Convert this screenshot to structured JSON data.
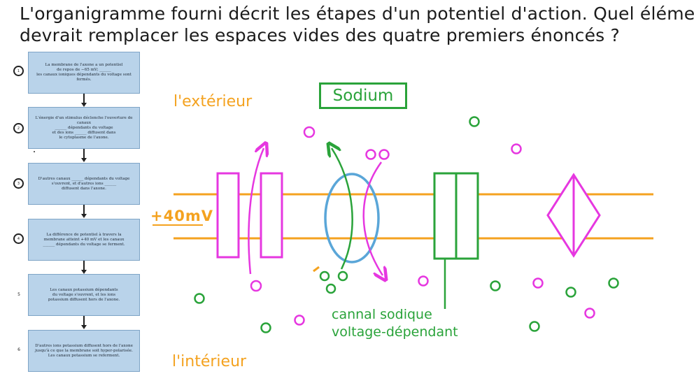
{
  "question": {
    "line1": "L'organigramme fourni décrit les étapes d'un potentiel d'action. Quel élément",
    "line2": "devrait remplacer les espaces vides des quatre premiers énoncés ?"
  },
  "flowchart": {
    "steps": [
      {
        "number": "1",
        "lines": [
          "La membrane de l'axone a un potentiel",
          "de repos de −65 mV; ______",
          "les canaux ioniques dépendants du voltage sont fermés."
        ]
      },
      {
        "number": "2",
        "lines": [
          "L'énergie d'un stimulus déclenche l'ouverture de canaux",
          "______ dépendants du voltage",
          "et des ions ______ diffusent dans",
          "le cytoplasme de l'axone."
        ]
      },
      {
        "number": "3",
        "lines": [
          "D'autres canaux ______ dépendants du voltage",
          "s'ouvrent, et d'autres ions ______",
          "diffusent dans l'axone."
        ]
      },
      {
        "number": "4",
        "lines": [
          "La différence de potentiel à travers la",
          "membrane atteint +40 mV et les canaux",
          "______ dépendants du voltage se ferment."
        ]
      },
      {
        "number": "5",
        "lines": [
          "Les canaux potassium dépendants",
          "du voltage s'ouvrent, et les ions",
          "potassium diffusent hors de l'axone."
        ]
      },
      {
        "number": "6",
        "lines": [
          "D'autres ions potassium diffusent hors de l'axone",
          "jusqu'à ce que la membrane soit hyper-polarisée.",
          "Les canaux potassium se referment."
        ]
      }
    ]
  },
  "diagram": {
    "outside_label": "l'extérieur",
    "inside_label": "l'intérieur",
    "voltage_label": "+40mV",
    "sodium_label": "Sodium",
    "channel_label_line1": "cannal sodique",
    "channel_label_line2": "voltage-dépendant"
  },
  "colors": {
    "membrane": "#f4a21f",
    "channel_magenta": "#e637e0",
    "channel_blue": "#5aa6d8",
    "channel_green": "#2aa33a",
    "ion_magenta": "#e637e0",
    "ion_green": "#2aa33a",
    "flow_box_fill": "#b9d3ea"
  }
}
